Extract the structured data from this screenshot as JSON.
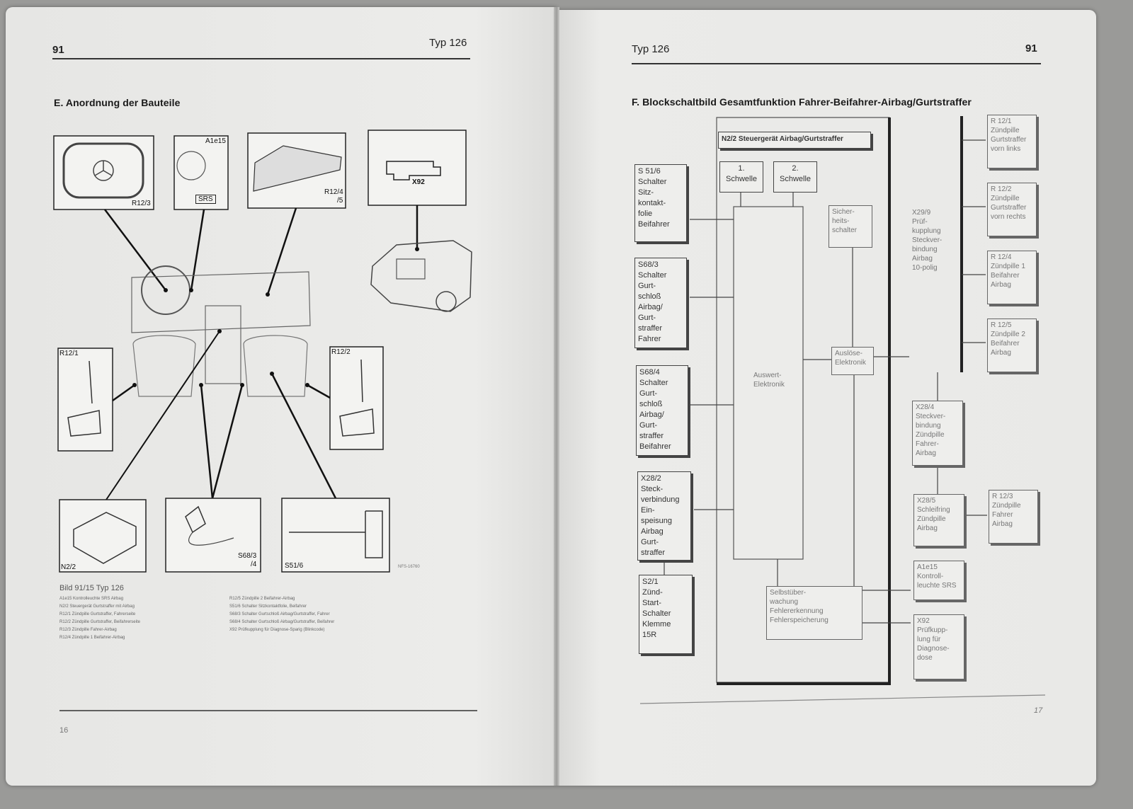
{
  "left": {
    "page_number_top": "91",
    "type_label": "Typ 126",
    "section_heading": "E. Anordnung der Bauteile",
    "labels": {
      "r12_3": "R12/3",
      "a1e15": "A1e15",
      "srs": "SRS",
      "r12_4": "R12/4",
      "r12_4b": "/5",
      "x92": "X92",
      "r12_1": "R12/1",
      "r12_2": "R12/2",
      "n2_2": "N2/2",
      "s68_3": "S68/3",
      "s68_3b": "/4",
      "s51_6": "S51/6",
      "image_ref": "NFS-16760"
    },
    "caption": "Bild 91/15   Typ 126",
    "legend_left": [
      "A1e15   Kontrolleuchte SRS Airbag",
      "N2/2     Steuergerät Gurtstraffer mit Airbag",
      "R12/1   Zündpille Gurtstraffer, Fahrerseite",
      "R12/2   Zündpille Gurtstraffer, Beifahrerseite",
      "R12/3   Zündpille Fahrer-Airbag",
      "R12/4   Zündpille 1 Beifahrer-Airbag"
    ],
    "legend_right": [
      "R12/5   Zündpille 2 Beifahrer-Airbag",
      "S51/6   Schalter Sitzkontaktfolie, Beifahrer",
      "S68/3   Schalter Gurtschloß Airbag/Gurtstraffer, Fahrer",
      "S68/4   Schalter Gurtschloß Airbag/Gurtstraffer, Beifahrer",
      "X92      Prüfkupplung für Diagnose-Sparig (Blinkcode)"
    ],
    "page_number_bottom": "16"
  },
  "right": {
    "type_label": "Typ 126",
    "page_number_top": "91",
    "section_heading": "F. Blockschaltbild Gesamtfunktion Fahrer-Beifahrer-Airbag/Gurtstraffer",
    "controller_title": "N2/2 Steuergerät Airbag/Gurtstraffer",
    "threshold_1": "1.\nSchwelle",
    "threshold_2": "2.\nSchwelle",
    "safety_switch": "Sicher-\nheits-\nschalter",
    "evaluation": "Auswert-\nElektronik",
    "trigger": "Auslöse-\nElektronik",
    "selftest": "Selbstüber-\nwachung\nFehlererkennung\nFehlerspeicherung",
    "inputs": [
      "S 51/6\nSchalter\nSitz-\nkontakt-\nfolie\nBeifahrer",
      "S68/3\nSchalter\nGurt-\nschloß\nAirbag/\nGurt-\nstraffer\nFahrer",
      "S68/4\nSchalter\nGurt-\nschloß\nAirbag/\nGurt-\nstraffer\nBeifahrer",
      "X28/2\nSteck-\nverbindung\nEin-\nspeisung\nAirbag\nGurt-\nstraffer",
      "S2/1\nZünd-\nStart-\nSchalter\nKlemme\n15R"
    ],
    "x29": "X29/9\nPrüf-\nkupplung\nSteckver-\nbindung\nAirbag\n10-polig",
    "x28_4": "X28/4\nSteckver-\nbindung\nZündpille\nFahrer-\nAirbag",
    "x28_5": "X28/5\nSchleifring\nZündpille\nAirbag",
    "a1e15": "A1e15\nKontroll-\nleuchte SRS",
    "x92": "X92\nPrüfkupp-\nlung für\nDiagnose-\ndose",
    "outputs": [
      "R 12/1\nZündpille\nGurtstraffer\nvorn links",
      "R 12/2\nZündpille\nGurtstraffer\nvorn rechts",
      "R 12/4\nZündpille 1\nBeifahrer\nAirbag",
      "R 12/5\nZündpille 2\nBeifahrer\nAirbag"
    ],
    "r12_3": "R 12/3\nZündpille\nFahrer\nAirbag",
    "page_number_bottom": "17"
  }
}
